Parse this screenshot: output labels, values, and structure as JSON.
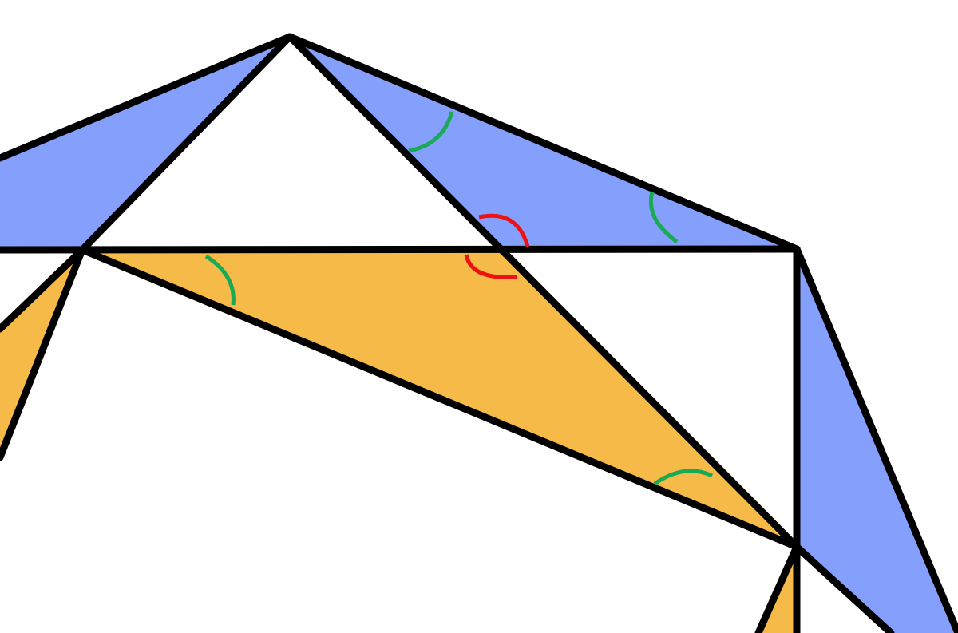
{
  "colors": {
    "blue_fill": "#85a0fc",
    "orange_fill": "#f6ba48",
    "edge": "#000000",
    "angle_mark_green": "#1aaa55",
    "angle_mark_red": "#ee1111"
  },
  "figure": {
    "description_visible_text": "",
    "shapes": [
      {
        "kind": "triangle",
        "fill": "blue",
        "role": "upper-left-blue-triangle"
      },
      {
        "kind": "triangle",
        "fill": "white",
        "role": "central-white-triangle"
      },
      {
        "kind": "quadrilateral",
        "fill": "blue",
        "role": "upper-right-blue-band"
      },
      {
        "kind": "triangle",
        "fill": "orange",
        "role": "central-orange-triangle"
      },
      {
        "kind": "triangle",
        "fill": "orange",
        "role": "left-orange-sliver"
      },
      {
        "kind": "quadrilateral",
        "fill": "blue",
        "role": "right-blue-band"
      },
      {
        "kind": "triangle",
        "fill": "orange",
        "role": "bottom-orange-sliver"
      }
    ],
    "angle_marks": [
      {
        "color": "green",
        "count": 4
      },
      {
        "color": "red",
        "count": 2
      }
    ]
  }
}
